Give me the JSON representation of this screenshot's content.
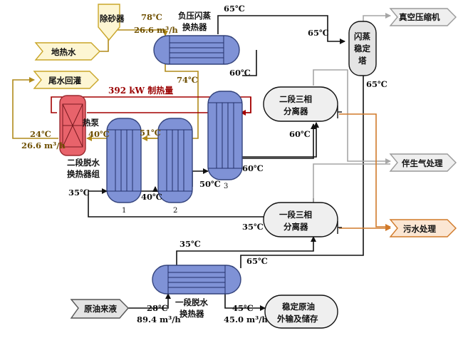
{
  "labels": {
    "sand_remover": "除砂器",
    "geothermal_water": "地热水",
    "tailwater_reinjection": "尾水回灌",
    "crude_inflow": "原油来液",
    "neg_pressure_hx_line1": "负压闪蒸",
    "neg_pressure_hx_line2": "换热器",
    "flash_tower_line1": "闪蒸",
    "flash_tower_line2": "稳定",
    "flash_tower_line3": "塔",
    "vacuum_compressor": "真空压缩机",
    "assoc_gas": "伴生气处理",
    "sewage": "污水处理",
    "sep2_line1": "二段三相",
    "sep2_line2": "分离器",
    "sep1_line1": "一段三相",
    "sep1_line2": "分离器",
    "heat_pump": "热泵",
    "stage2_hx_line1": "二段脱水",
    "stage2_hx_line2": "换热器组",
    "stage1_hx_line1": "一段脱水",
    "stage1_hx_line2": "换热器",
    "storage_line1": "稳定原油",
    "storage_line2": "外输及储存",
    "heat_capacity": "392 kW 制热量",
    "hx_num_1": "1",
    "hx_num_2": "2",
    "hx_num_3": "3"
  },
  "temps": {
    "t78": "78℃",
    "flow_geo": "26.6 m³/h",
    "t65_top": "65℃",
    "t65_tower_in": "65℃",
    "t60_hx_out": "60℃",
    "t74": "74℃",
    "t65_tower_out": "65℃",
    "t51": "51℃",
    "t40_pump": "40℃",
    "t24": "24℃",
    "flow_tail": "26.6 m³/h",
    "t60_sep2": "60℃",
    "t60_hx3": "60℃",
    "t50": "50℃",
    "t40_hx": "40℃",
    "t35_left": "35℃",
    "t35_sep1": "35℃",
    "t35_hx_out": "35℃",
    "t65_low": "65℃",
    "t28": "28℃",
    "flow_crude": "89.4 m³/h",
    "t45": "45℃",
    "flow_out": "45.0 m³/h"
  },
  "colors": {
    "geothermal_line": "#b08a1a",
    "heat_line": "#a40000",
    "gas_line": "#a6a6a6",
    "water_line": "#d17a2a",
    "hx_fill": "#7f92d6",
    "pump_fill": "#e8636b"
  }
}
